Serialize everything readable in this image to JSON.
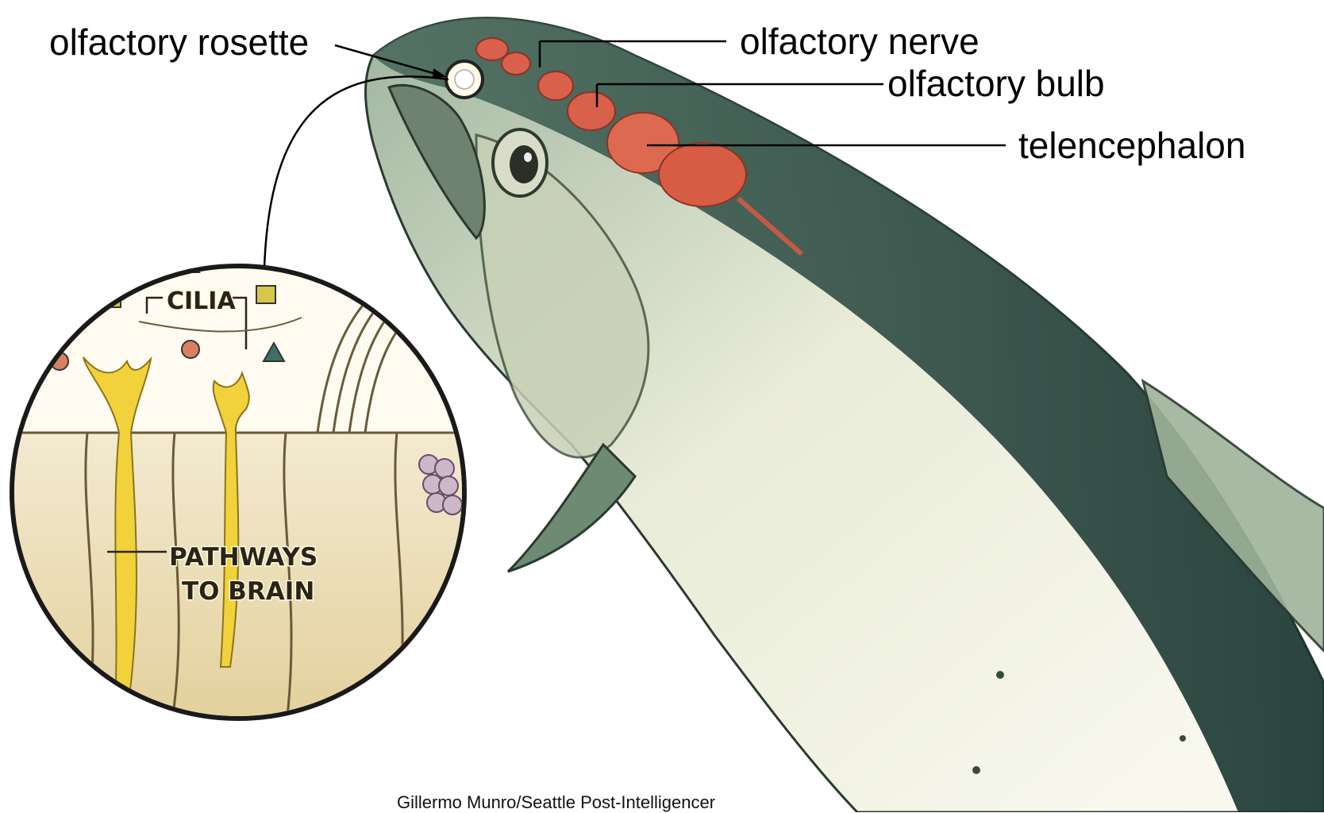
{
  "labels": {
    "olfactory_rosette": "olfactory rosette",
    "olfactory_nerve": "olfactory nerve",
    "olfactory_bulb": "olfactory bulb",
    "telencephalon": "telencephalon"
  },
  "inset": {
    "cilia": "CILIA",
    "pathways_line1": "PATHWAYS",
    "pathways_line2": "TO BRAIN"
  },
  "credit": "Gillermo Munro/Seattle Post-Intelligencer",
  "colors": {
    "fish_back": "#1f3a36",
    "fish_mid": "#7f9a86",
    "fish_belly": "#f4f1e6",
    "brain": "#d9604a",
    "receptor": "#f2d23a",
    "tissue": "#efe3bf"
  }
}
